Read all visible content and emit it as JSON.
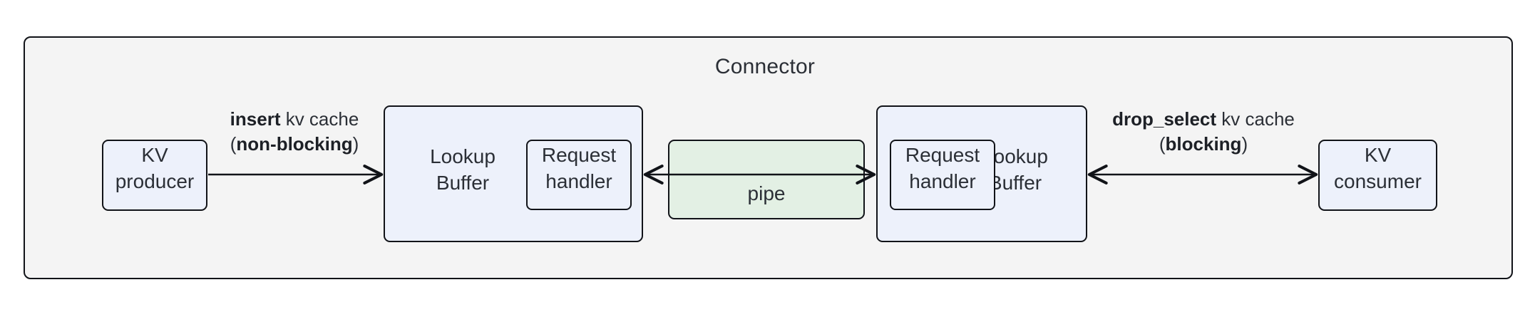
{
  "diagram": {
    "title": "Connector",
    "nodes": {
      "kv_producer": {
        "label": "KV\nproducer"
      },
      "kv_consumer": {
        "label": "KV\nconsumer"
      },
      "lookup_buffer_left": {
        "label": "Lookup\nBuffer"
      },
      "lookup_buffer_right": {
        "label": "Lookup\nBuffer"
      },
      "request_handler_left": {
        "label": "Request\nhandler"
      },
      "request_handler_right": {
        "label": "Request\nhandler"
      },
      "pipe": {
        "label": "pipe"
      }
    },
    "edges": {
      "insert": {
        "op": "insert",
        "object": " kv cache",
        "paren_open": "(",
        "mode": "non-blocking",
        "paren_close": ")",
        "direction": "right"
      },
      "drop_select": {
        "op": "drop_select",
        "object": " kv cache",
        "paren_open": "(",
        "mode": "blocking",
        "paren_close": ")",
        "direction": "bidirectional"
      },
      "pipe_edge": {
        "direction": "bidirectional"
      }
    },
    "colors": {
      "container_bg": "#f4f4f4",
      "node_bg": "#edf1fb",
      "pipe_bg": "#e3f0e4",
      "stroke": "#111318",
      "text": "#2b2f36",
      "page_bg": "#ffffff"
    }
  }
}
